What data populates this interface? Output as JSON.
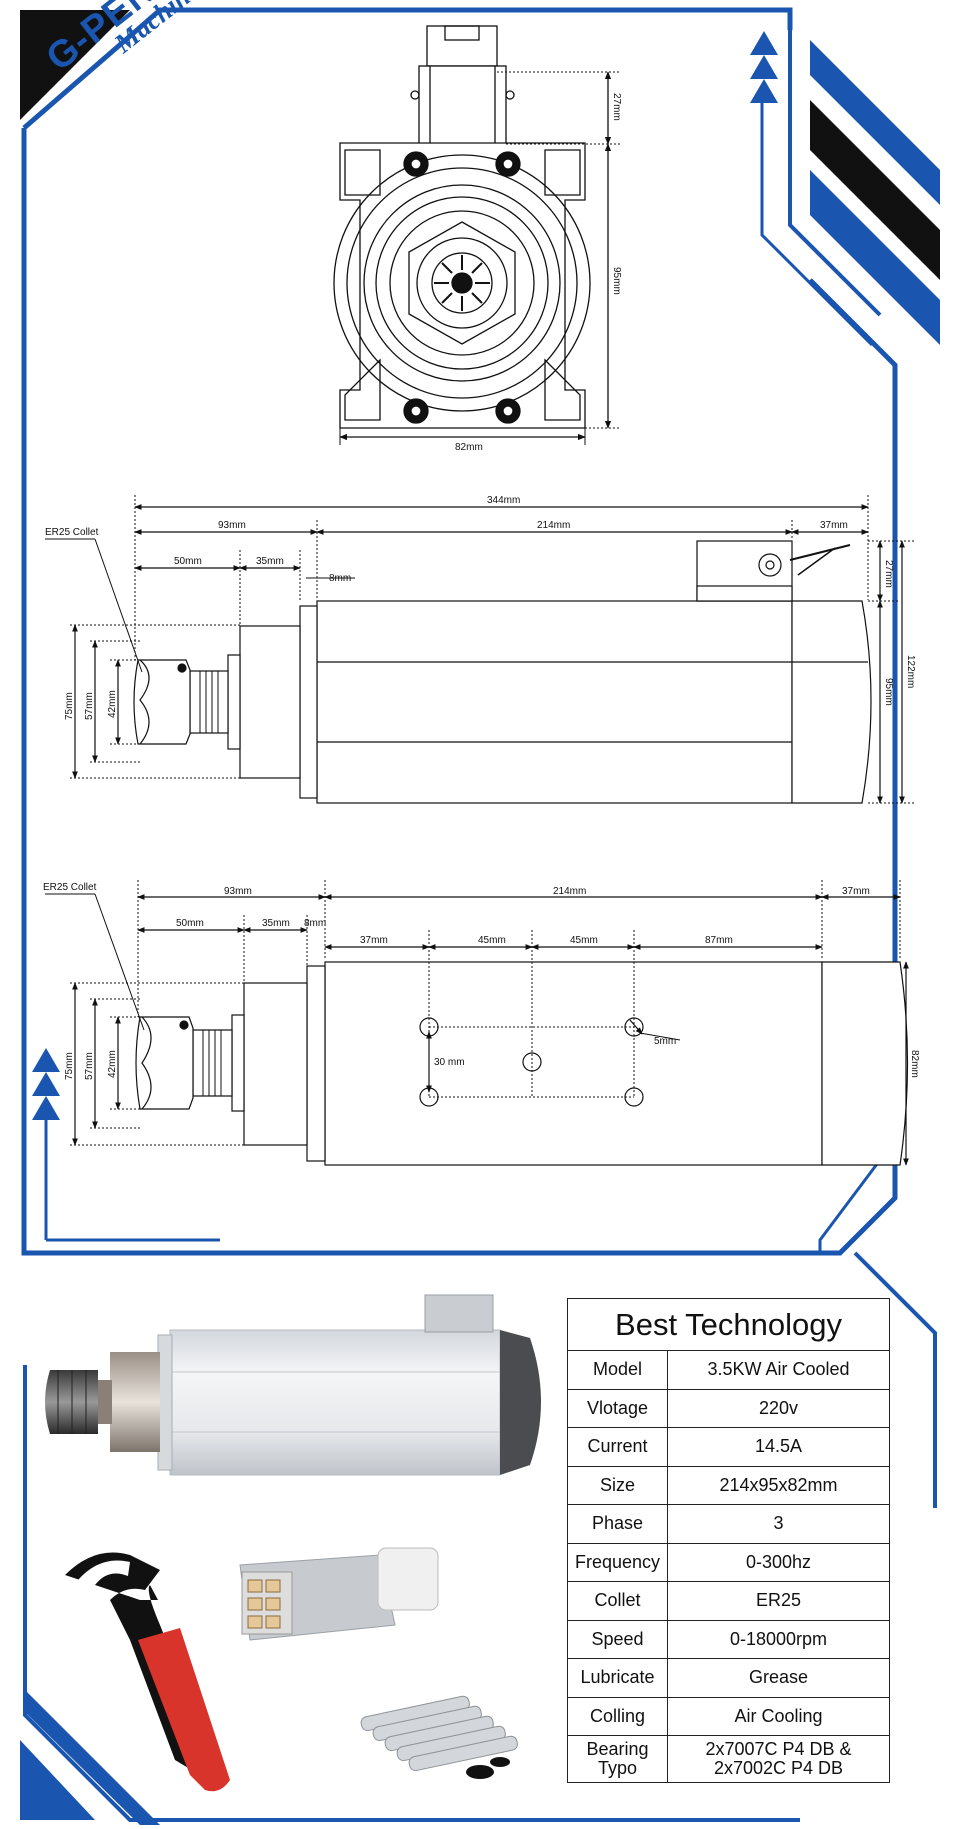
{
  "logo": {
    "brand": "G-PENNY",
    "sub": "Machine"
  },
  "front_view": {
    "dim_top": "27mm",
    "dim_height": "95mm",
    "dim_width": "82mm"
  },
  "side_view": {
    "collet_label": "ER25 Collet",
    "overall": "344mm",
    "front": "93mm",
    "body": "214mm",
    "rear": "37mm",
    "nose": "50mm",
    "neck": "35mm",
    "flange": "8mm",
    "rear_top": "27mm",
    "body_height": "95mm",
    "total_height": "122mm",
    "dia_outer": "75mm",
    "dia_mid": "57mm",
    "dia_inner": "42mm"
  },
  "bottom_view": {
    "collet_label": "ER25 Collet",
    "front": "93mm",
    "body": "214mm",
    "rear": "37mm",
    "nose": "50mm",
    "neck": "35mm",
    "flange": "8mm",
    "hole_off": "37mm",
    "hole_gap1": "45mm",
    "hole_gap2": "45mm",
    "hole_end": "87mm",
    "hole_pitch": "30 mm",
    "hole_dia": "5mm",
    "width": "82mm",
    "dia_outer": "75mm",
    "dia_mid": "57mm",
    "dia_inner": "42mm"
  },
  "spec_table": {
    "title": "Best Technology",
    "rows": [
      {
        "key": "Model",
        "value": "3.5KW Air Cooled"
      },
      {
        "key": "Vlotage",
        "value": "220v"
      },
      {
        "key": "Current",
        "value": "14.5A"
      },
      {
        "key": "Size",
        "value": "214x95x82mm"
      },
      {
        "key": "Phase",
        "value": "3"
      },
      {
        "key": "Frequency",
        "value": "0-300hz"
      },
      {
        "key": "Collet",
        "value": "ER25"
      },
      {
        "key": "Speed",
        "value": "0-18000rpm"
      },
      {
        "key": "Lubricate",
        "value": "Grease"
      },
      {
        "key": "Colling",
        "value": "Air Cooling"
      },
      {
        "key": "Bearing Typo",
        "value": "2x7007C P4 DB & 2x7002C P4 DB"
      }
    ]
  },
  "colors": {
    "brand_blue": "#1a56b0",
    "black": "#111111",
    "wrench_red": "#d9342b"
  }
}
